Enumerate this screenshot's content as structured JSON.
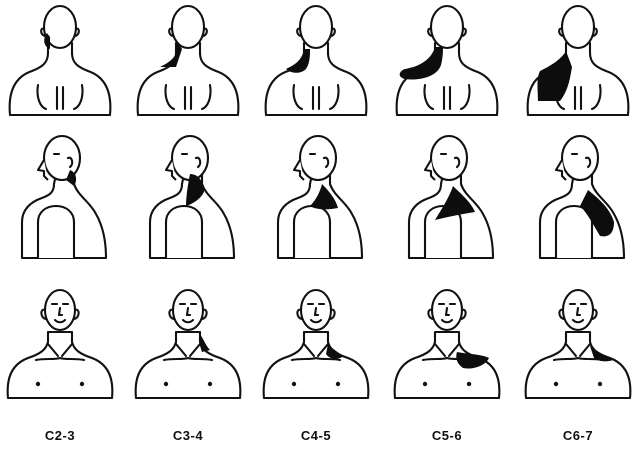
{
  "levels": [
    {
      "label": "C2-3",
      "shade_color": "#0d0d0d"
    },
    {
      "label": "C3-4",
      "shade_color": "#0d0d0d"
    },
    {
      "label": "C4-5",
      "shade_color": "#0d0d0d"
    },
    {
      "label": "C5-6",
      "shade_color": "#0d0d0d"
    },
    {
      "label": "C6-7",
      "shade_color": "#0d0d0d"
    }
  ],
  "views": [
    "back",
    "side",
    "front"
  ],
  "colors": {
    "line": "#111111",
    "shade": "#0d0d0d",
    "background": "#ffffff"
  }
}
